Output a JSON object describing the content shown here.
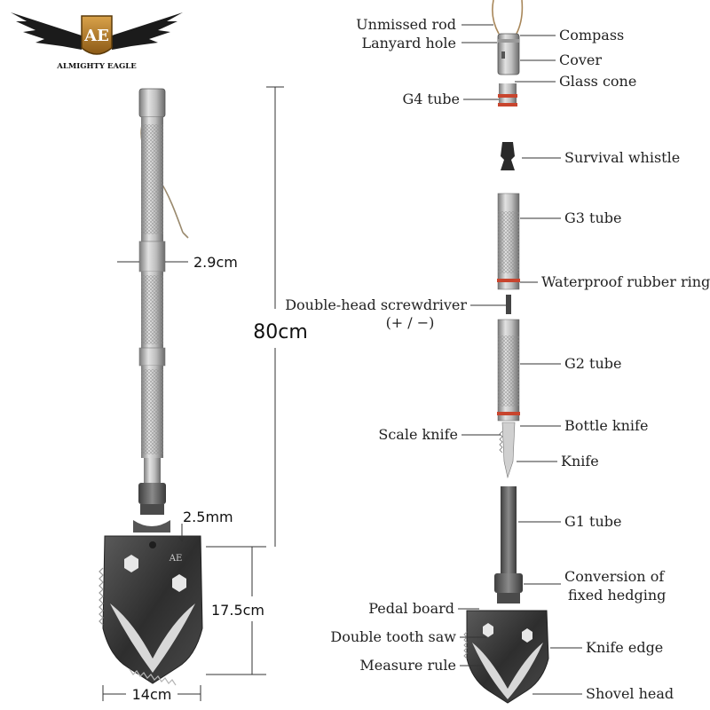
{
  "brand": {
    "logo_text": "AE",
    "name": "ALMIGHTY EAGLE",
    "blade_mark": "AE"
  },
  "dimensions": {
    "total_length": "80cm",
    "tube_diameter": "2.9cm",
    "spacing": "2.5mm",
    "head_length": "17.5cm",
    "head_width": "14cm"
  },
  "parts": {
    "unmissed_rod": "Unmissed rod",
    "lanyard_hole": "Lanyard hole",
    "compass": "Compass",
    "cover": "Cover",
    "glass_cone": "Glass cone",
    "g4_tube": "G4 tube",
    "survival_whistle": "Survival whistle",
    "g3_tube": "G3 tube",
    "waterproof_ring": "Waterproof rubber ring",
    "screwdriver": "Double-head screwdriver",
    "screwdriver_note": "(+ / −)",
    "g2_tube": "G2 tube",
    "scale_knife": "Scale knife",
    "bottle_knife": "Bottle knife",
    "knife": "Knife",
    "g1_tube": "G1 tube",
    "conversion_line1": "Conversion of",
    "conversion_line2": "fixed hedging",
    "pedal_board": "Pedal board",
    "double_tooth_saw": "Double tooth saw",
    "knife_edge": "Knife edge",
    "measure_rule": "Measure rule",
    "shovel_head": "Shovel head"
  },
  "colors": {
    "metal_light": "#c9c9c9",
    "metal_dark": "#6f6f6f",
    "blade_dark": "#3c3c3c",
    "ring_red": "#c8452e",
    "line": "#333333"
  }
}
